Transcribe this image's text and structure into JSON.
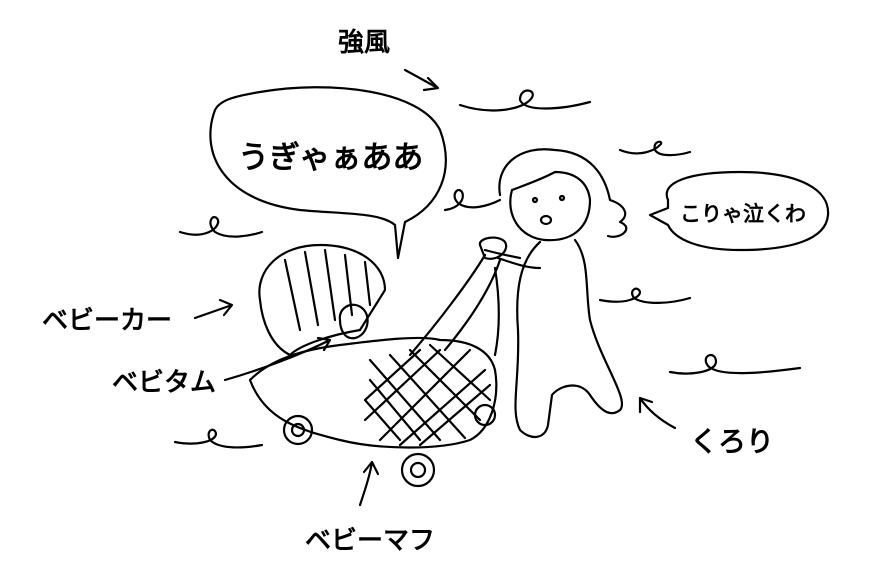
{
  "labels": {
    "wind": "強風",
    "baby_cry": "うぎゃぁああ",
    "mother_speech": "こりゃ泣くわ",
    "stroller": "ベビーカー",
    "bebitam": "ベビタム",
    "kurori": "くろり",
    "baby_muff": "ベビーマフ"
  }
}
